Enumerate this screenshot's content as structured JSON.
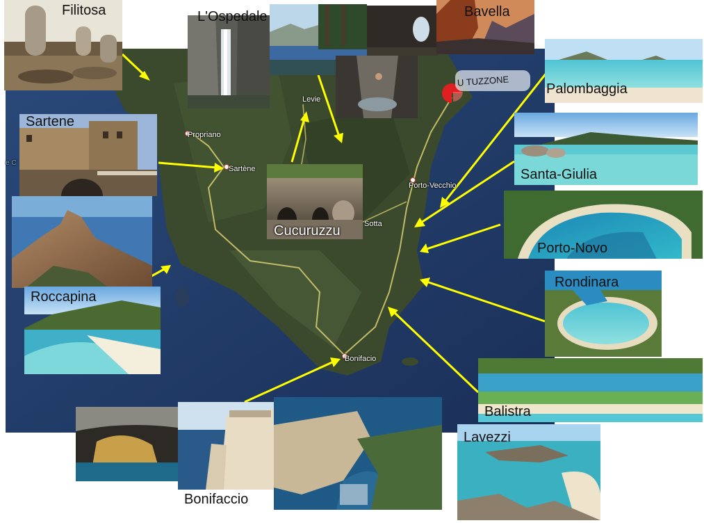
{
  "photo_labels": {
    "filitosa": "Filitosa",
    "ospedale": "L'Ospedale",
    "bavella": "Bavella",
    "palombaggia": "Palombaggia",
    "santa_giulia": "Santa-Giulia",
    "porto_novo": "Porto-Novo",
    "rondinara": "Rondinara",
    "balistra": "Balistra",
    "lavezzi": "Lavezzi",
    "bonifaccio": "Bonifaccio",
    "roccapina": "Roccapina",
    "sartene": "Sartene",
    "cucuruzzu": "Cucuruzzu"
  },
  "map_labels": {
    "propriano": "Propriano",
    "sartene": "Sartène",
    "levie": "Levie",
    "sotta": "Sotta",
    "porto_vecchio": "Porto-Vecchio",
    "bonifacio": "Bonifacio",
    "u_tuzzone": "U TUZZONE",
    "edge_fragment": "e C"
  },
  "colors": {
    "arrow": "#ffff00",
    "sea": "#1e3560",
    "land": "#39472c",
    "road": "#d9cf73",
    "marker": "#e02020"
  }
}
